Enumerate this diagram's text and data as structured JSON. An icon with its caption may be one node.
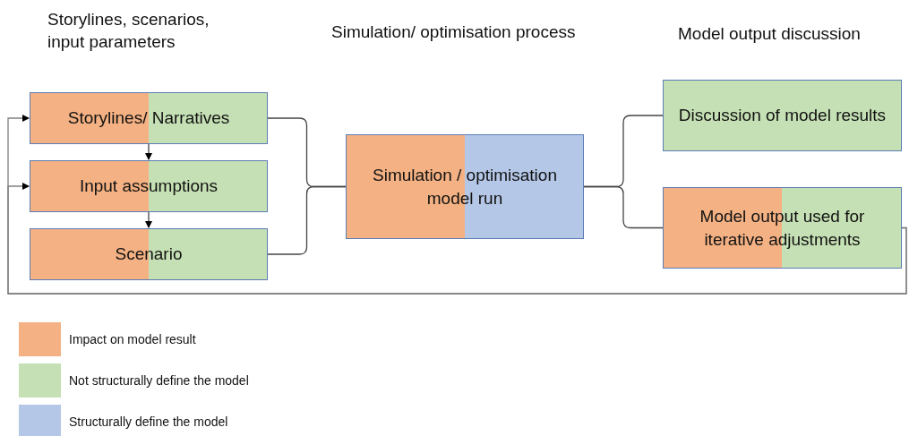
{
  "diagram": {
    "nodes": [
      {
        "text": [
          "Storylines/ Narratives"
        ]
      },
      {
        "text": [
          "Input assumptions"
        ]
      },
      {
        "text": [
          "Scenario"
        ]
      },
      {
        "text": [
          "Simulation / optimisation model run"
        ]
      },
      {
        "text": [
          "Discussion of model results"
        ]
      },
      {
        "text": [
          "Model output used for iterative adjustments"
        ]
      }
    ],
    "edges": [
      {
        "from": 0,
        "to": 1,
        "arrow": "to"
      },
      {
        "from": 1,
        "to": 2,
        "arrow": "to"
      },
      {
        "from": 0,
        "to": 3,
        "arrow": "none"
      },
      {
        "from": 2,
        "to": 3,
        "arrow": "none"
      },
      {
        "from": 3,
        "to": 4,
        "arrow": "none"
      },
      {
        "from": 3,
        "to": 5,
        "arrow": "none"
      },
      {
        "from": 5,
        "to": 0,
        "arrow": "to"
      },
      {
        "from": 5,
        "to": 1,
        "arrow": "to"
      }
    ],
    "labels": [
      "Storylines, scenarios, input parameters",
      "Simulation/ optimisation process",
      "Model output discussion"
    ],
    "legend": [
      {
        "text": "Impact on model result",
        "color": "#f4b183"
      },
      {
        "text": "Not structurally define the model",
        "color": "#c5e0b4"
      },
      {
        "text": "Structurally define the model",
        "color": "#b4c7e7"
      }
    ]
  }
}
